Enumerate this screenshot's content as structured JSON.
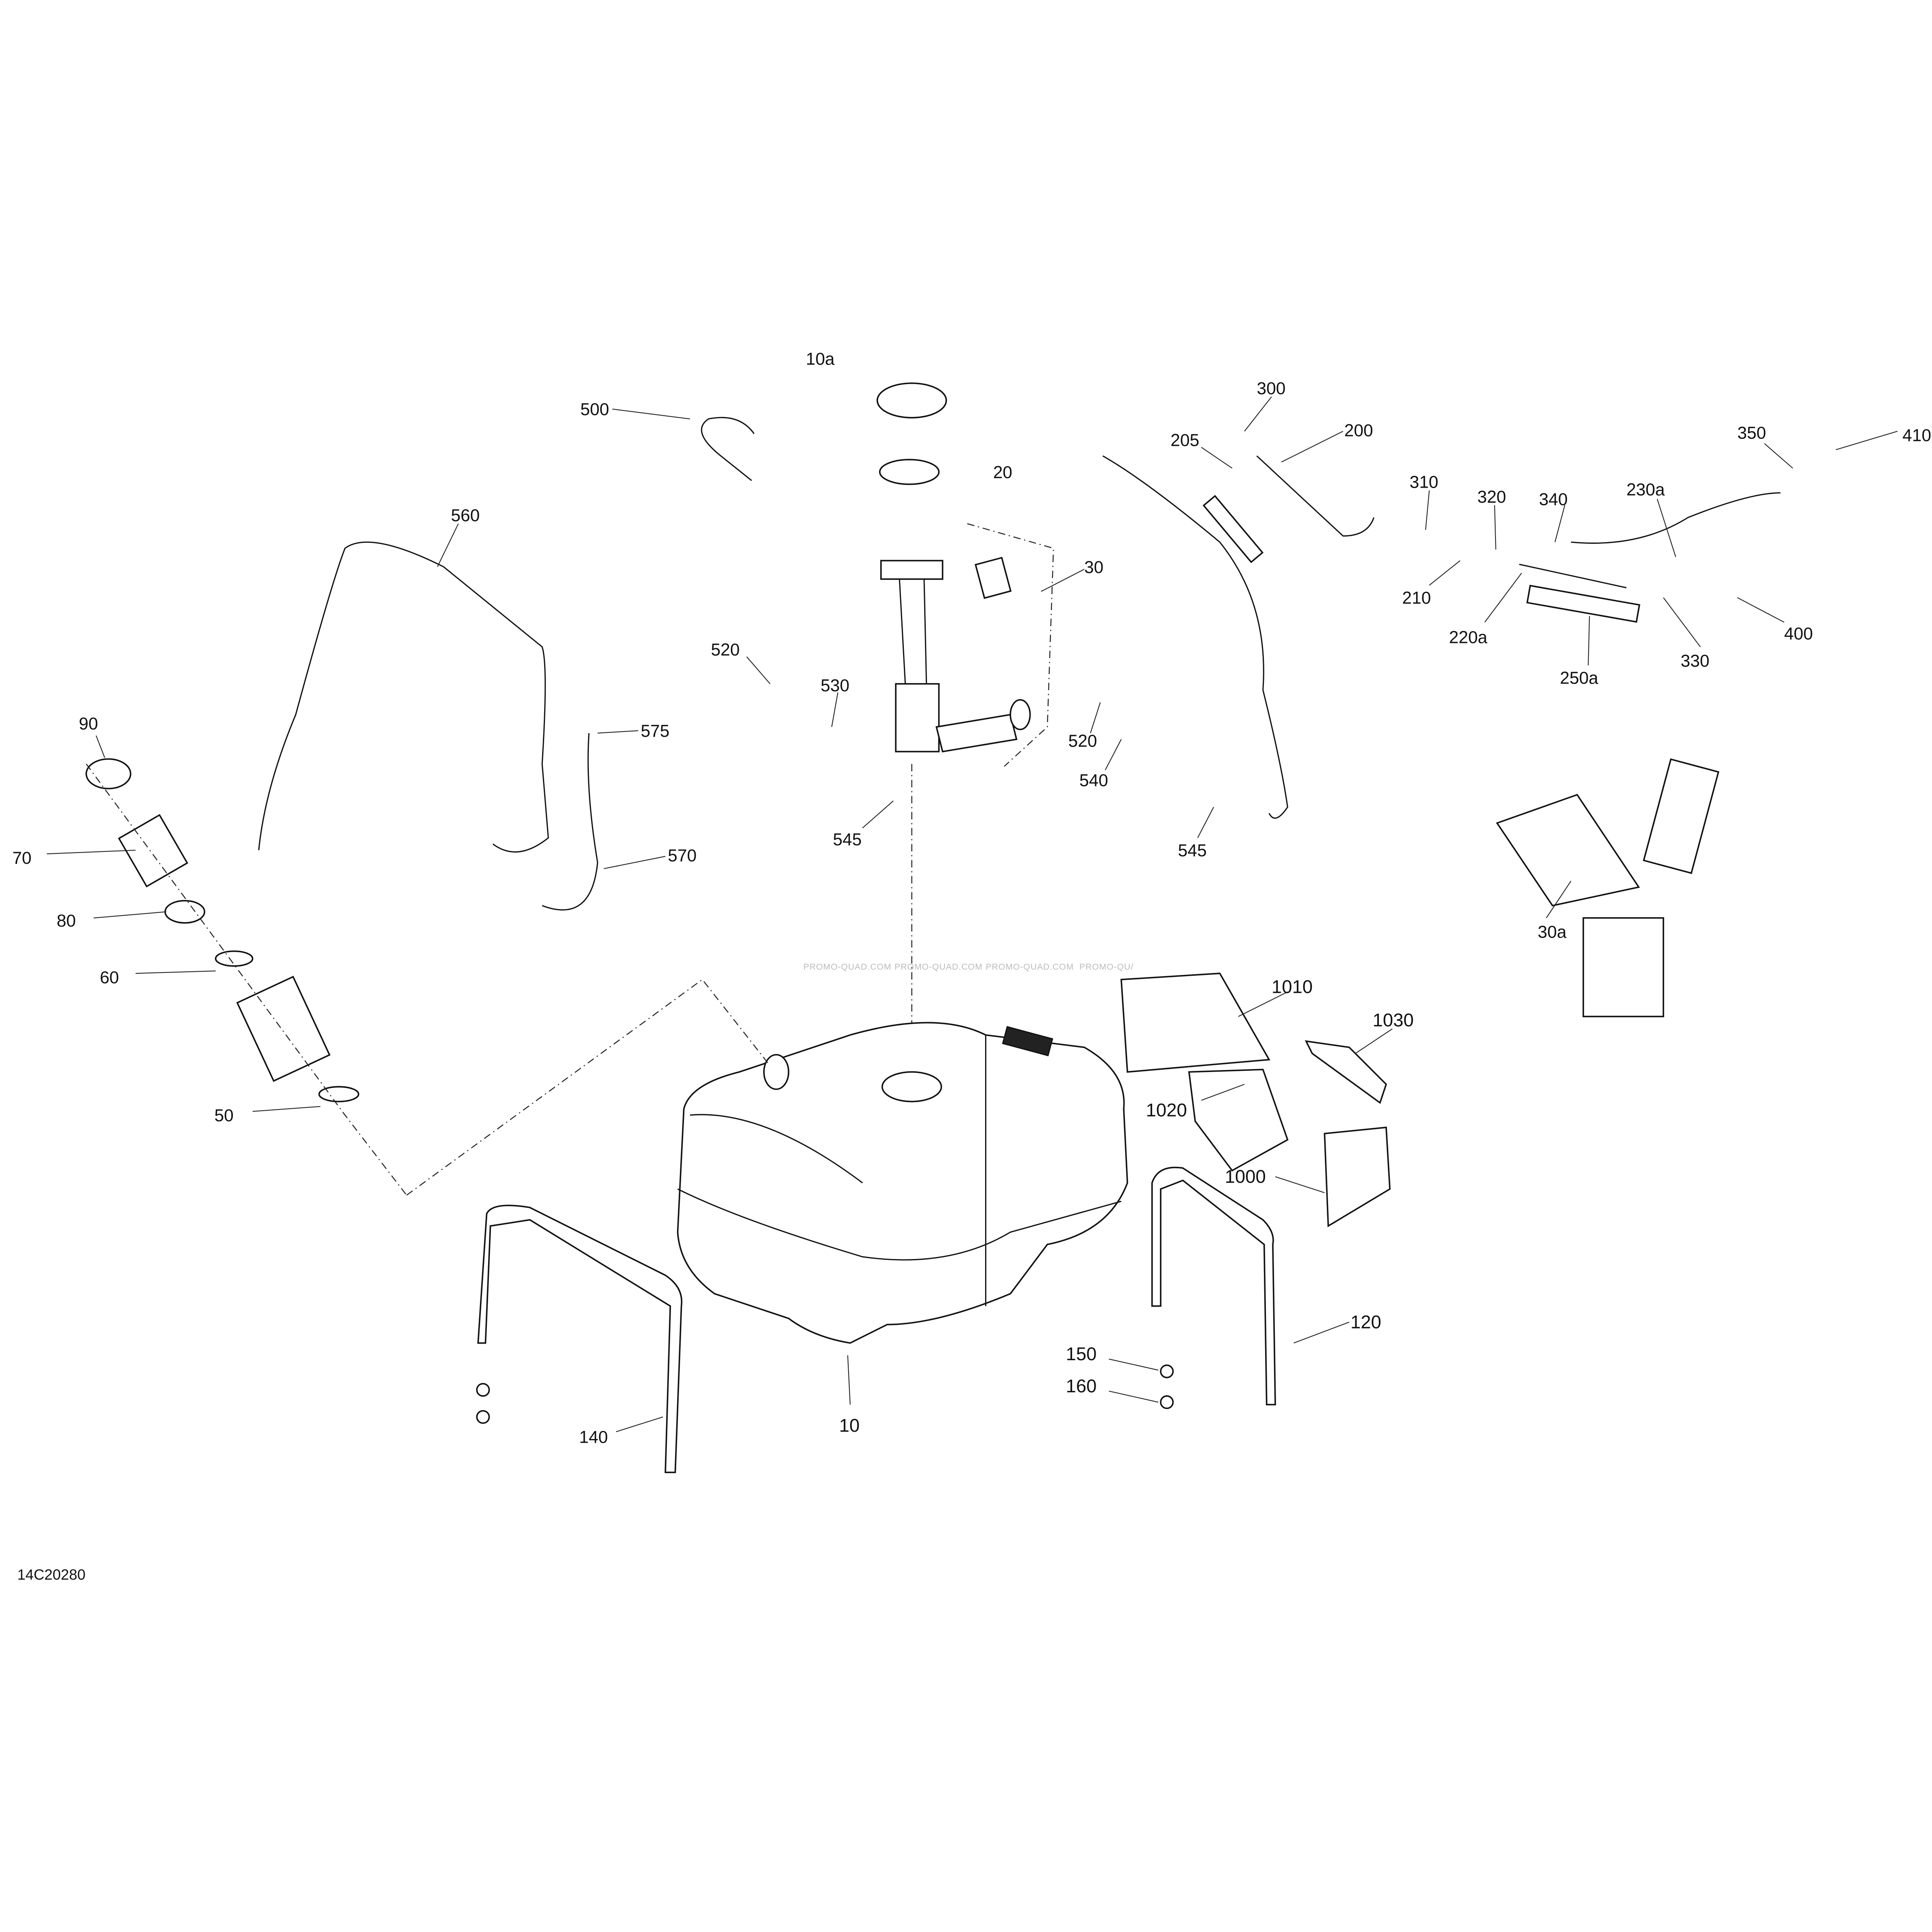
{
  "diagram": {
    "reference_code": "14C20280",
    "watermarks": [
      "PROMO-QUAD.COM",
      "PROMO-QUAD.COM",
      "PROMO-QUAD.COM",
      "PROMO-QU/"
    ],
    "callouts": {
      "c10a": "10a",
      "c500": "500",
      "c20": "20",
      "c560": "560",
      "c30": "30",
      "c300": "300",
      "c200": "200",
      "c205": "205",
      "c310": "310",
      "c320": "320",
      "c340": "340",
      "c230a": "230a",
      "c350": "350",
      "c410": "410",
      "c210": "210",
      "c220a": "220a",
      "c250a": "250a",
      "c330": "330",
      "c400": "400",
      "c520a": "520",
      "c530": "530",
      "c520b": "520",
      "c540": "540",
      "c545a": "545",
      "c545b": "545",
      "c575": "575",
      "c570": "570",
      "c90": "90",
      "c70": "70",
      "c80": "80",
      "c60": "60",
      "c50": "50",
      "c30a": "30a",
      "c1010": "1010",
      "c1030": "1030",
      "c1020": "1020",
      "c1000": "1000",
      "c120": "120",
      "c150": "150",
      "c160": "160",
      "c140": "140",
      "c10": "10"
    }
  }
}
